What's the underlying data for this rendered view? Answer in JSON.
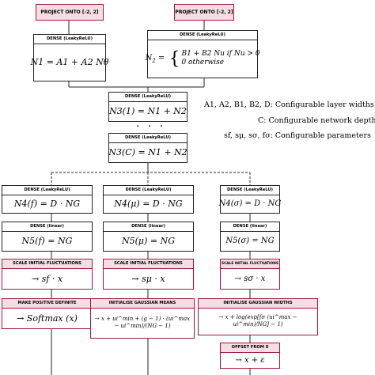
{
  "top_projections": {
    "left": "PROJECT ONTO [-2, 2]",
    "right": "PROJECT ONTO [-2, 2]"
  },
  "dense_n1": {
    "header": "DENSE (LeakyReLU)",
    "formula": "N1 = A1 + A2 Nθ"
  },
  "dense_n2": {
    "header": "DENSE (LeakyReLU)",
    "case1": "B1 + B2 Nu   if Nu > 0",
    "case2": "0   otherwise"
  },
  "dense_n3_1": {
    "header": "DENSE (LeakyReLU)",
    "formula": "N3(1) = N1 + N2"
  },
  "dots": "· · ·",
  "dense_n3_c": {
    "header": "DENSE (LeakyReLU)",
    "formula": "N3(C) = N1 + N2"
  },
  "legend": {
    "line1": "A1, A2, B1, B2, D: Configurable layer widths",
    "line2": "C: Configurable network depth",
    "line3": "sf, sμ, sσ, fσ: Configurable parameters"
  },
  "columns": {
    "f": {
      "dense4_header": "DENSE (LeakyReLU)",
      "dense4_formula": "N4(f) = D · NG",
      "dense5_header": "DENSE (linear)",
      "dense5_formula": "N5(f) = NG",
      "scale_header": "SCALE INITIAL FLUCTUATIONS",
      "scale_formula": "→ sf · x",
      "final_header": "MAKE POSITIVE DEFINITE",
      "final_formula": "→ Softmax (x)"
    },
    "mu": {
      "dense4_header": "DENSE (LeakyReLU)",
      "dense4_formula": "N4(μ) = D · NG",
      "dense5_header": "DENSE (linear)",
      "dense5_formula": "N5(μ) = NG",
      "scale_header": "SCALE INITIAL FLUCTUATIONS",
      "scale_formula": "→ sμ · x",
      "final_header": "INITIALISE GAUSSIAN MEANS",
      "final_formula": "→ x + ui^min + (g − 1) · (ui^max − ui^min)/(NG − 1)"
    },
    "sigma": {
      "dense4_header": "DENSE (LeakyReLU)",
      "dense4_formula": "N4(σ) = D · NG",
      "dense5_header": "DENSE (linear)",
      "dense5_formula": "N5(σ) = NG",
      "scale_header": "SCALE INITIAL FLUCTUATIONS",
      "scale_formula": "→ sσ · x",
      "final_header": "INITIALISE GAUSSIAN WIDTHS",
      "final_formula": "→ x + log(exp[fσ (ui^max − ui^min)/NG] − 1)",
      "offset_header": "OFFSET FROM 0",
      "offset_formula": "→ x + ε"
    }
  }
}
